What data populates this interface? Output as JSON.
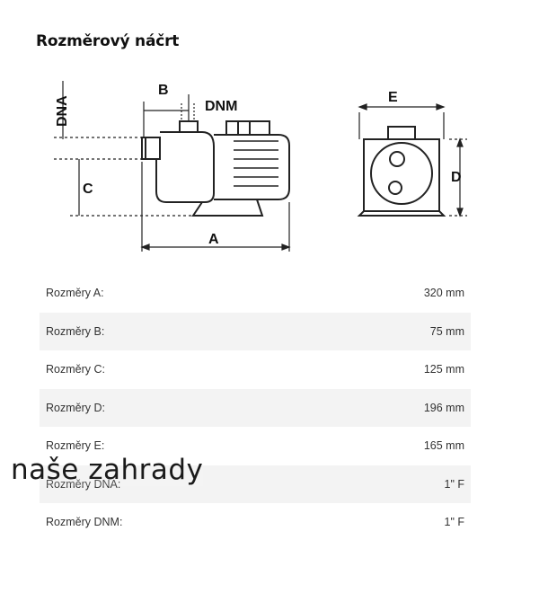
{
  "section_title": "Rozměrový náčrt",
  "sketch_labels": {
    "dna": "DNA",
    "b": "B",
    "dnm": "DNM",
    "c": "C",
    "a": "A",
    "e": "E",
    "d": "D"
  },
  "dimensions": [
    {
      "label": "Rozměry A:",
      "value": "320 mm"
    },
    {
      "label": "Rozměry B:",
      "value": "75 mm"
    },
    {
      "label": "Rozměry C:",
      "value": "125 mm"
    },
    {
      "label": "Rozměry D:",
      "value": "196 mm"
    },
    {
      "label": "Rozměry E:",
      "value": "165 mm"
    },
    {
      "label": "Rozměry DNA:",
      "value": "1\" F"
    },
    {
      "label": "Rozměry DNM:",
      "value": "1\" F"
    }
  ],
  "watermark": "naše zahrady"
}
